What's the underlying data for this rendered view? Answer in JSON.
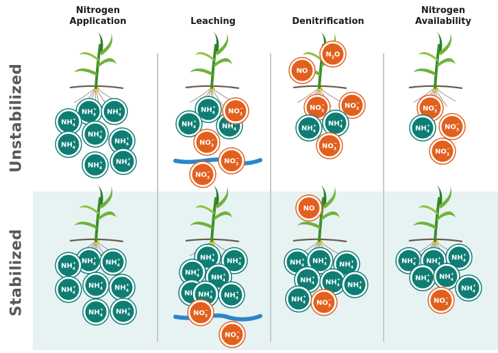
{
  "columns": [
    {
      "line1": "Nitrogen",
      "line2": "Application"
    },
    {
      "line1": "",
      "line2": "Leaching"
    },
    {
      "line1": "",
      "line2": "Denitrification"
    },
    {
      "line1": "Nitrogen",
      "line2": "Availability"
    }
  ],
  "rows": [
    "Unstabilized",
    "Stabilized"
  ],
  "molecules": {
    "ammonium": {
      "base": "NH",
      "sub": "4",
      "sup": "+"
    },
    "nitrate": {
      "base": "NO",
      "sub": "3",
      "sup": "−"
    },
    "nitric_oxide": {
      "base": "NO"
    },
    "nitrous_oxide": {
      "base": "N",
      "sub": "2",
      "tail": "O"
    }
  },
  "colors": {
    "ammonium": "#0f7d73",
    "nitrate": "#e2601e",
    "water_table": "#2a86c8",
    "stabilized_band": "#e7f3f3",
    "divider": "#c9c9c9",
    "row_label": "#555a5e"
  },
  "icons": [
    "corn-plant-icon",
    "water-table-icon"
  ]
}
